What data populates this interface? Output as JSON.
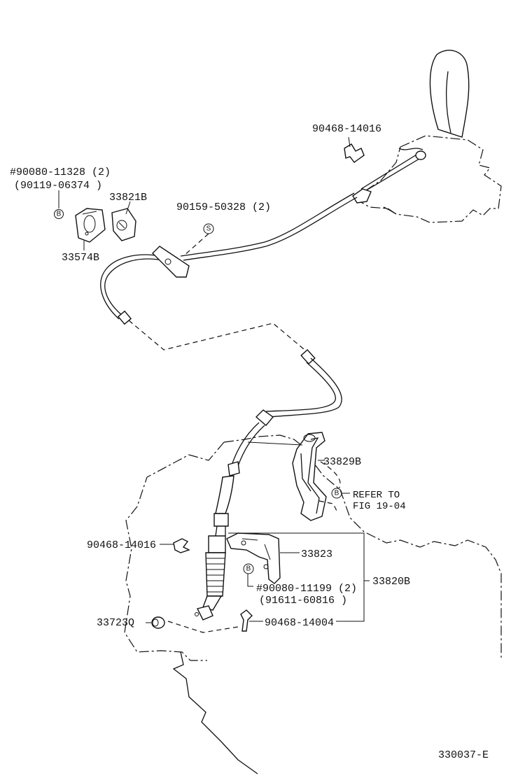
{
  "callouts": {
    "bolt_top": "#90080-11328 (2)",
    "bolt_top_alt": "(90119-06374  )",
    "retainer_33574b": "33574B",
    "retainer_33821b": "33821B",
    "screw_90159": "90159-50328 (2)",
    "clip_top": "90468-14016",
    "bracket_33829b": "33829B",
    "refer_line1": "REFER TO",
    "refer_line2": "FIG 19-04",
    "clip_left": "90468-14016",
    "bracket_33823": "33823",
    "bolt_bottom": "#90080-11199 (2)",
    "bolt_bottom_alt": "(91611-60816 )",
    "cable_assy": "33820B",
    "bushing_33723q": "33723Q",
    "clip_bottom": "90468-14004",
    "figure_number": "330037-E"
  },
  "markers": {
    "bolt_b": "B",
    "screw_s": "S"
  }
}
